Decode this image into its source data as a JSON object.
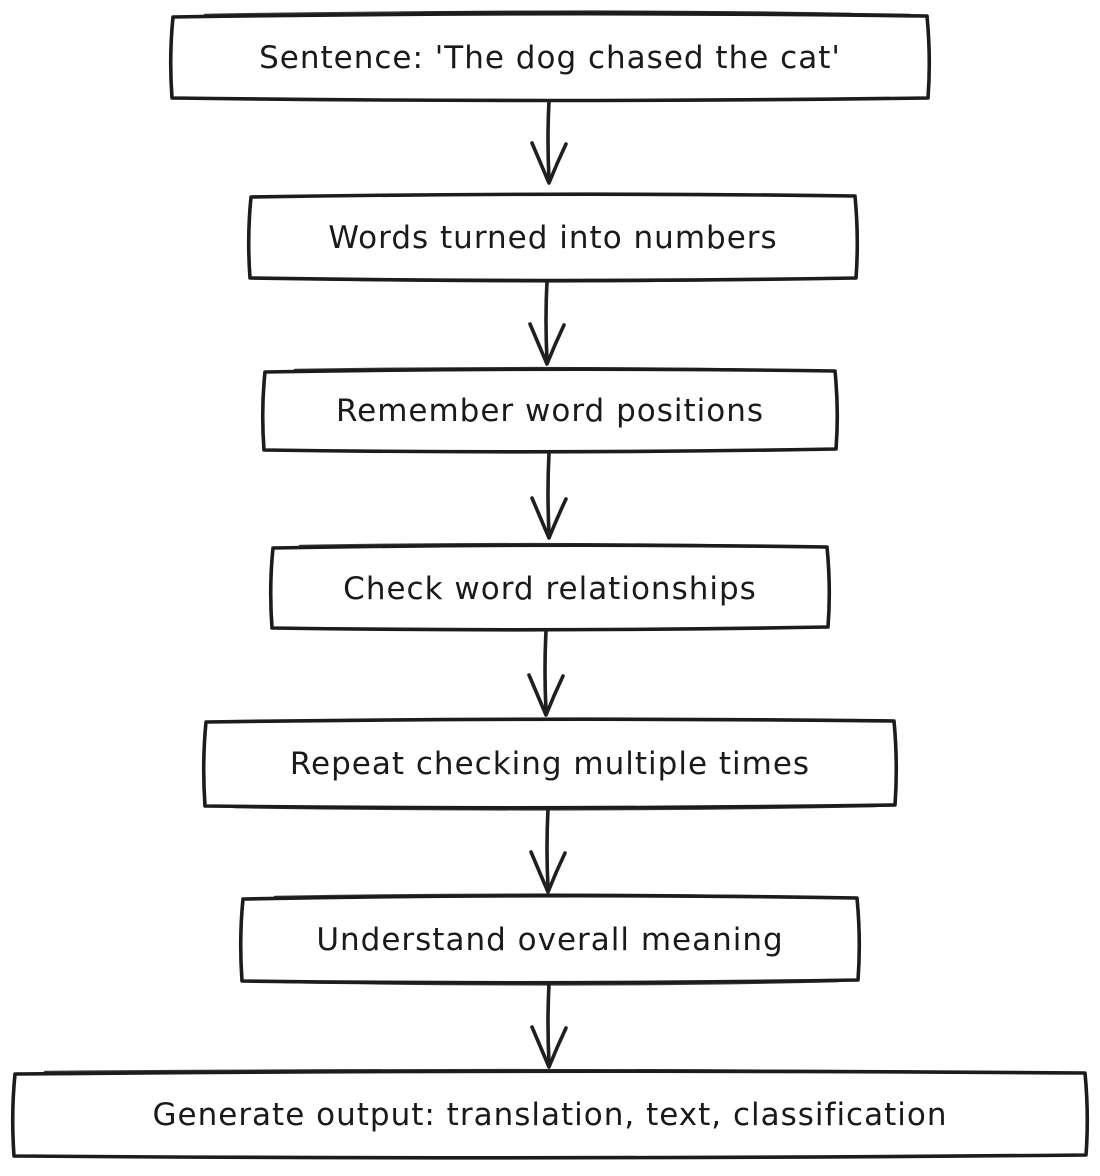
{
  "diagram": {
    "type": "flowchart",
    "style": "hand-drawn",
    "colors": {
      "background": "#ffffff",
      "node_fill": "#ffffff",
      "stroke": "#1c1c1c",
      "text": "#1a1a1a"
    },
    "nodes": [
      {
        "id": "sentence-input",
        "label": "Sentence: 'The dog chased the cat'"
      },
      {
        "id": "words-to-numbers",
        "label": "Words turned into numbers"
      },
      {
        "id": "word-positions",
        "label": "Remember word positions"
      },
      {
        "id": "word-relationships",
        "label": "Check word relationships"
      },
      {
        "id": "repeat-checking",
        "label": "Repeat checking multiple times"
      },
      {
        "id": "overall-meaning",
        "label": "Understand overall meaning"
      },
      {
        "id": "generate-output",
        "label": "Generate output: translation, text, classification"
      }
    ],
    "edges": [
      {
        "from": "sentence-input",
        "to": "words-to-numbers"
      },
      {
        "from": "words-to-numbers",
        "to": "word-positions"
      },
      {
        "from": "word-positions",
        "to": "word-relationships"
      },
      {
        "from": "word-relationships",
        "to": "repeat-checking"
      },
      {
        "from": "repeat-checking",
        "to": "overall-meaning"
      },
      {
        "from": "overall-meaning",
        "to": "generate-output"
      }
    ]
  }
}
